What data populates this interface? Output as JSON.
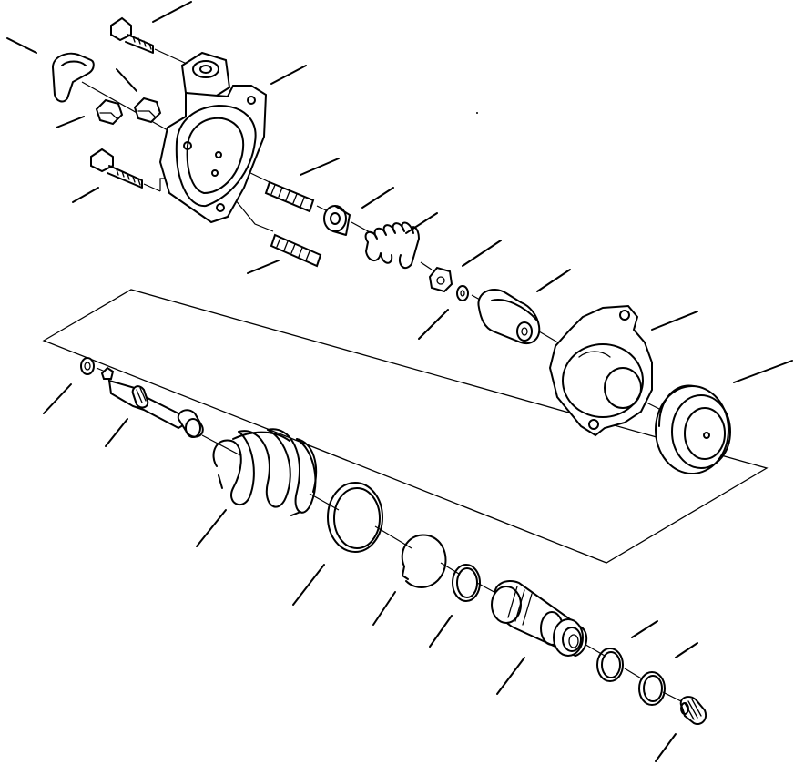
{
  "diagram": {
    "type": "exploded-parts-view",
    "labels_shown": false,
    "line_color": "#000000",
    "background": "#ffffff"
  },
  "parts": [
    {
      "name": "cap-screw-top"
    },
    {
      "name": "cover-bracket"
    },
    {
      "name": "hex-nut-left"
    },
    {
      "name": "hex-nut-right"
    },
    {
      "name": "cap-screw-lower"
    },
    {
      "name": "valve-body-flange"
    },
    {
      "name": "set-screw-upper"
    },
    {
      "name": "set-screw-lower"
    },
    {
      "name": "spring-seat"
    },
    {
      "name": "small-spring"
    },
    {
      "name": "lock-nut"
    },
    {
      "name": "small-washer"
    },
    {
      "name": "retainer-cap"
    },
    {
      "name": "housing"
    },
    {
      "name": "cup"
    },
    {
      "name": "snap-ring-small"
    },
    {
      "name": "valve-stem"
    },
    {
      "name": "large-spring"
    },
    {
      "name": "large-ring"
    },
    {
      "name": "snap-ring"
    },
    {
      "name": "o-ring"
    },
    {
      "name": "spool"
    },
    {
      "name": "o-ring-small"
    },
    {
      "name": "o-ring-end"
    },
    {
      "name": "plug"
    }
  ]
}
